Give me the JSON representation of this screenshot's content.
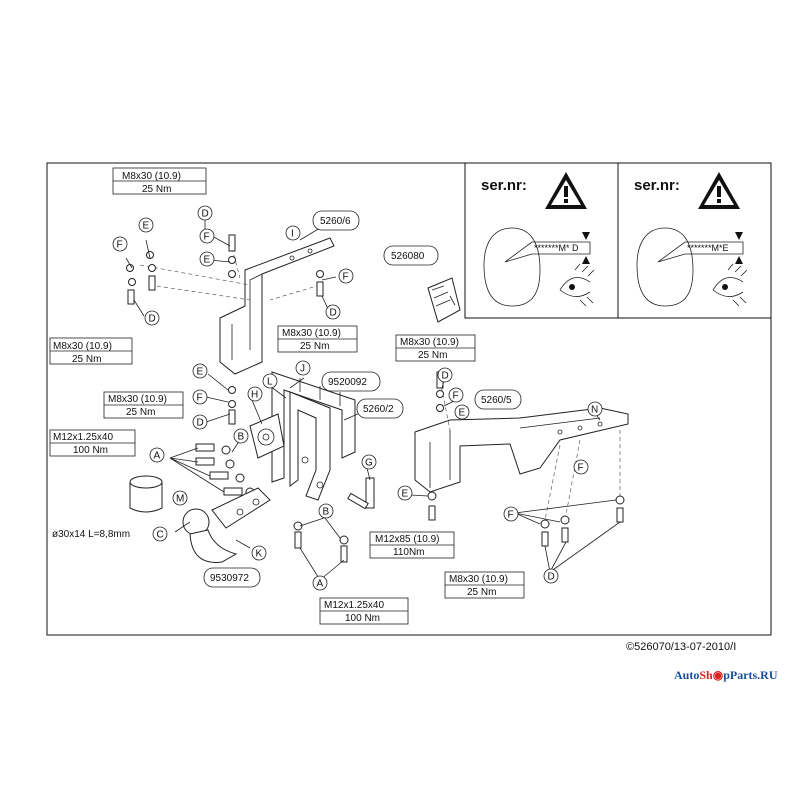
{
  "warning_panels": [
    {
      "title": "ser.nr:",
      "code": "*******M* D"
    },
    {
      "title": "ser.nr:",
      "code": "*******M*E"
    }
  ],
  "specs": {
    "m8_top": [
      "M8x30 (10.9)",
      "25 Nm"
    ],
    "m8_left": [
      "M8x30 (10.9)",
      "25 Nm"
    ],
    "m8_mid_top": [
      "M8x30 (10.9)",
      "25 Nm"
    ],
    "m8_right_top": [
      "M8x30 (10.9)",
      "25 Nm"
    ],
    "m8_left_mid": [
      "M8x30 (10.9)",
      "25 Nm"
    ],
    "m12_left": [
      "M12x1.25x40",
      "100 Nm"
    ],
    "m12_bottom": [
      "M12x1.25x40",
      "100 Nm"
    ],
    "m12x85": [
      "M12x85 (10.9)",
      "110Nm"
    ],
    "m8_bottom_right": [
      "M8x30 (10.9)",
      "25 Nm"
    ],
    "ball": "ø30x14 L=8,8mm"
  },
  "part_numbers": {
    "p5260_6": "5260/6",
    "p526080": "526080",
    "p9520092": "9520092",
    "p5260_2": "5260/2",
    "p5260_5": "5260/5",
    "p9530972": "9530972"
  },
  "letters": {
    "A": "A",
    "B": "B",
    "C": "C",
    "D": "D",
    "E": "E",
    "F": "F",
    "G": "G",
    "H": "H",
    "I": "I",
    "J": "J",
    "K": "K",
    "L": "L",
    "M": "M",
    "N": "N"
  },
  "footer": {
    "copyright": "©526070/13-07-2010/I",
    "watermark_a": "Auto",
    "watermark_b": "Sh",
    "watermark_c": "pParts.RU"
  }
}
